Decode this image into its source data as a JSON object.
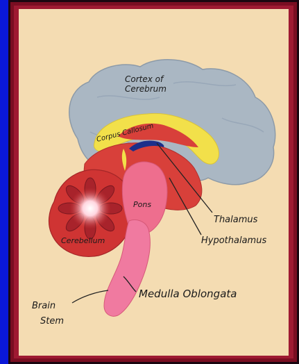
{
  "labels": {
    "cortex_line1": "Cortex of",
    "cortex_line2": "Cerebrum",
    "corpus_callosum": "Corpus Callosum",
    "pons": "Pons",
    "cerebellum": "Cerebellum",
    "thalamus": "Thalamus",
    "hypothalamus": "Hypothalamus",
    "medulla": "Medulla Oblongata",
    "brain_stem_line1": "Brain",
    "brain_stem_line2": "Stem"
  },
  "colors": {
    "background": "#0a18d8",
    "frame_border": "#9e1a32",
    "paper": "#f4dcb2",
    "cerebrum": "#a7b6c4",
    "corpus_callosum": "#f2e04a",
    "midbrain_red": "#d8403a",
    "cerebellum_red": "#cf3433",
    "pons_pink": "#ee6e8e",
    "medulla_pink": "#f07aa0",
    "thalamus_arc": "#1c2f8a"
  }
}
